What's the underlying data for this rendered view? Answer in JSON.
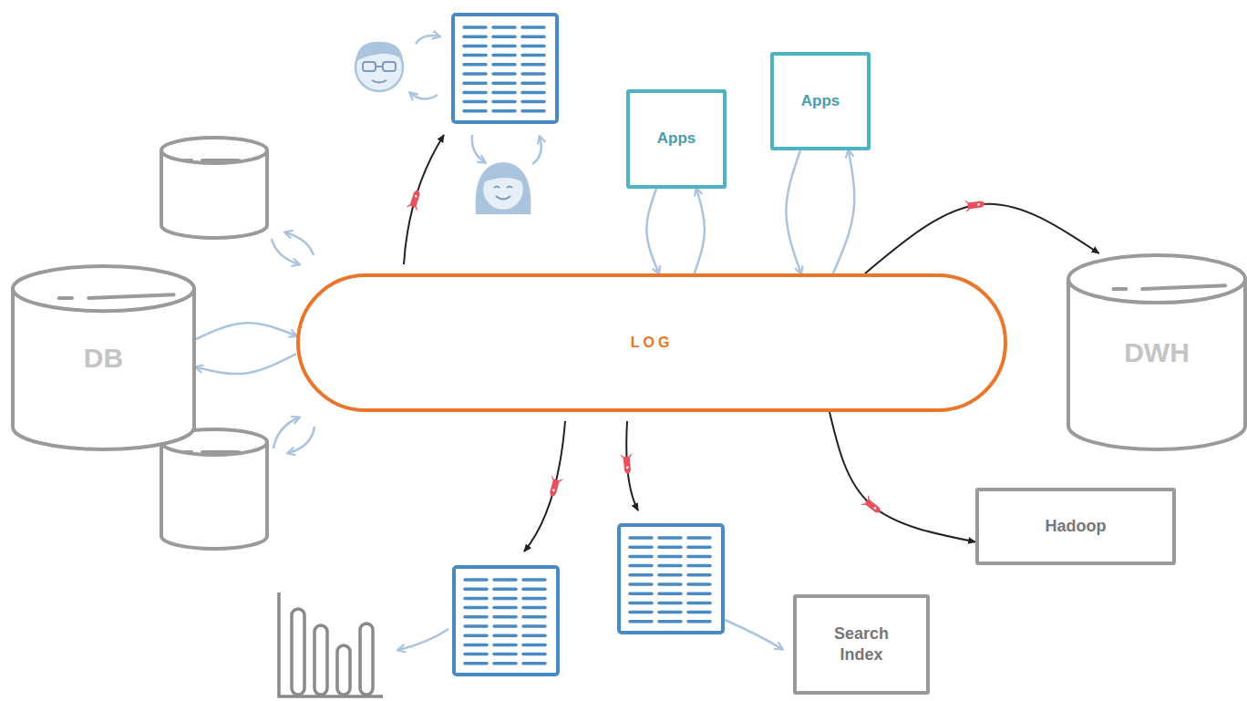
{
  "diagram": {
    "nodes": [
      {
        "text": [
          "Apps"
        ]
      },
      {
        "text": [
          "Apps"
        ]
      },
      {
        "text": [
          "DB"
        ]
      },
      {
        "text": [
          "LOG"
        ]
      },
      {
        "text": [
          "DWH"
        ]
      },
      {
        "text": [
          "Hadoop"
        ]
      },
      {
        "text": [
          "Search Index"
        ]
      }
    ],
    "edges": [
      {
        "from": 0,
        "to": 3,
        "arrow": "to"
      },
      {
        "from": 3,
        "to": 0,
        "arrow": "to"
      },
      {
        "from": 1,
        "to": 3,
        "arrow": "to"
      },
      {
        "from": 3,
        "to": 1,
        "arrow": "to"
      },
      {
        "from": 2,
        "to": 3,
        "arrow": "to"
      },
      {
        "from": 3,
        "to": 2,
        "arrow": "to"
      },
      {
        "from": 3,
        "to": 4,
        "arrow": "to"
      },
      {
        "from": 3,
        "to": 5,
        "arrow": "to"
      }
    ]
  }
}
